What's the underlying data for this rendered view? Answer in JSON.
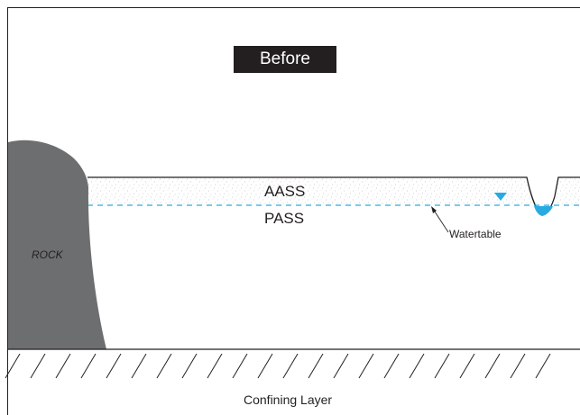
{
  "title": "Before",
  "labels": {
    "aass": "AASS",
    "pass": "PASS",
    "watertable": "Watertable",
    "rock": "ROCK",
    "confining_layer": "Confining Layer"
  },
  "colors": {
    "outline": "#231f20",
    "rock": "#6d6e70",
    "water": "#29abe2",
    "title_bg": "#231f20",
    "soil_speckle": "#c8c8c8"
  },
  "icons": {
    "water_level_marker": "inverted-triangle"
  }
}
